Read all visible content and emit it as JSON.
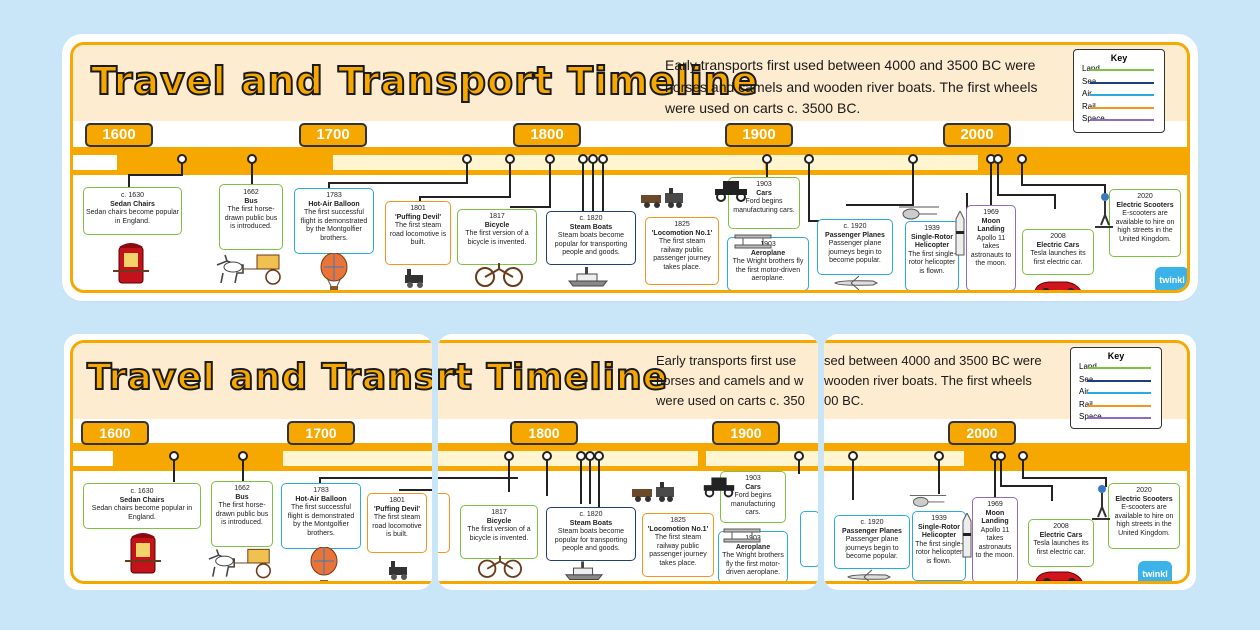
{
  "title": "Travel and Transport Timeline",
  "intro": "Early transports first used between 4000 and 3500 BC were horses and camels and wooden river boats. The first wheels were used on carts c. 3500 BC.",
  "intro_lines": [
    "Early transports first used between 4000 and 3500 BC were",
    "horses and camels and wooden river boats. The first wheels",
    "were used on carts c. 3500 BC."
  ],
  "split_intro": {
    "left": [
      "Early transports first use",
      "horses and camels and w",
      "were used on carts c. 350"
    ],
    "right": [
      "sed between 4000 and 3500 BC were",
      "wooden river boats. The first wheels",
      "00 BC."
    ]
  },
  "split_title": {
    "left": "Travel and Transpo",
    "middle": "rt Timeline"
  },
  "key": {
    "title": "Key",
    "items": [
      {
        "label": "Land",
        "color": "#7dc242"
      },
      {
        "label": "Sea",
        "color": "#1f3f7a"
      },
      {
        "label": "Air",
        "color": "#29abe2"
      },
      {
        "label": "Rail",
        "color": "#f7941d"
      },
      {
        "label": "Space",
        "color": "#8e6cbf"
      }
    ]
  },
  "centuries": [
    "1600",
    "1700",
    "1800",
    "1900",
    "2000"
  ],
  "events": [
    {
      "date": "c. 1630",
      "title": "Sedan Chairs",
      "text": "Sedan chairs become popular in England.",
      "category": "Land"
    },
    {
      "date": "1662",
      "title": "Bus",
      "text": "The first horse-drawn public bus is introduced.",
      "category": "Land"
    },
    {
      "date": "1783",
      "title": "Hot-Air Balloon",
      "text": "The first successful flight is demonstrated by the Montgolfier brothers.",
      "category": "Air"
    },
    {
      "date": "1801",
      "title": "'Puffing Devil'",
      "text": "The first steam road locomotive is built.",
      "category": "Rail"
    },
    {
      "date": "1817",
      "title": "Bicycle",
      "text": "The first version of a bicycle is invented.",
      "category": "Land"
    },
    {
      "date": "c. 1820",
      "title": "Steam Boats",
      "text": "Steam boats become popular for transporting people and goods.",
      "category": "Sea"
    },
    {
      "date": "1825",
      "title": "'Locomotion No.1'",
      "text": "The first steam railway public passenger journey takes place.",
      "category": "Rail"
    },
    {
      "date": "1903",
      "title": "Cars",
      "text": "Ford begins manufacturing cars.",
      "category": "Land"
    },
    {
      "date": "1903",
      "title": "Aeroplane",
      "text": "The Wright brothers fly the first motor-driven aeroplane.",
      "category": "Air"
    },
    {
      "date": "c. 1920",
      "title": "Passenger Planes",
      "text": "Passenger plane journeys begin to become popular.",
      "category": "Air"
    },
    {
      "date": "1939",
      "title": "Single-Rotor Helicopter",
      "text": "The first single-rotor helicopter is flown.",
      "category": "Air"
    },
    {
      "date": "1969",
      "title": "Moon Landing",
      "text": "Apollo 11 takes astronauts to the moon.",
      "category": "Space"
    },
    {
      "date": "2008",
      "title": "Electric Cars",
      "text": "Tesla launches its first electric car.",
      "category": "Land"
    },
    {
      "date": "2020",
      "title": "Electric Scooters",
      "text": "E-scooters are available to hire on high streets in the United Kingdom.",
      "category": "Land"
    }
  ],
  "brand": "twinkl"
}
